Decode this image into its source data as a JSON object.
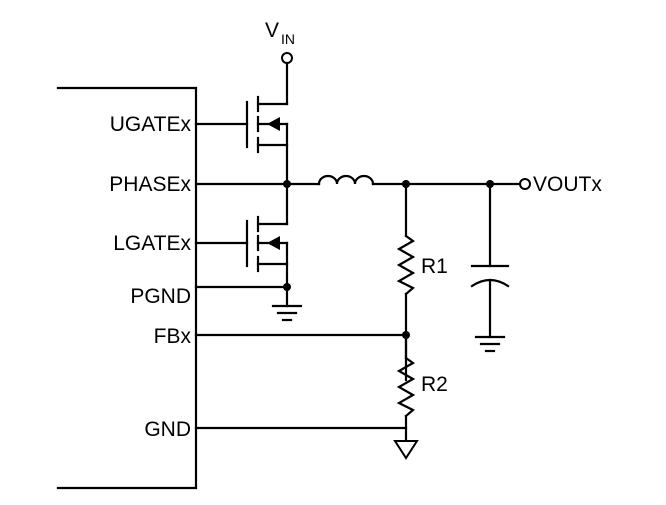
{
  "pins": {
    "ugate": "UGATEx",
    "phase": "PHASEx",
    "lgate": "LGATEx",
    "pgnd": "PGND",
    "fb": "FBx",
    "gnd": "GND"
  },
  "vin": {
    "main": "V",
    "sub": "IN"
  },
  "vout": "VOUTx",
  "resistors": {
    "r1": "R1",
    "r2": "R2"
  }
}
